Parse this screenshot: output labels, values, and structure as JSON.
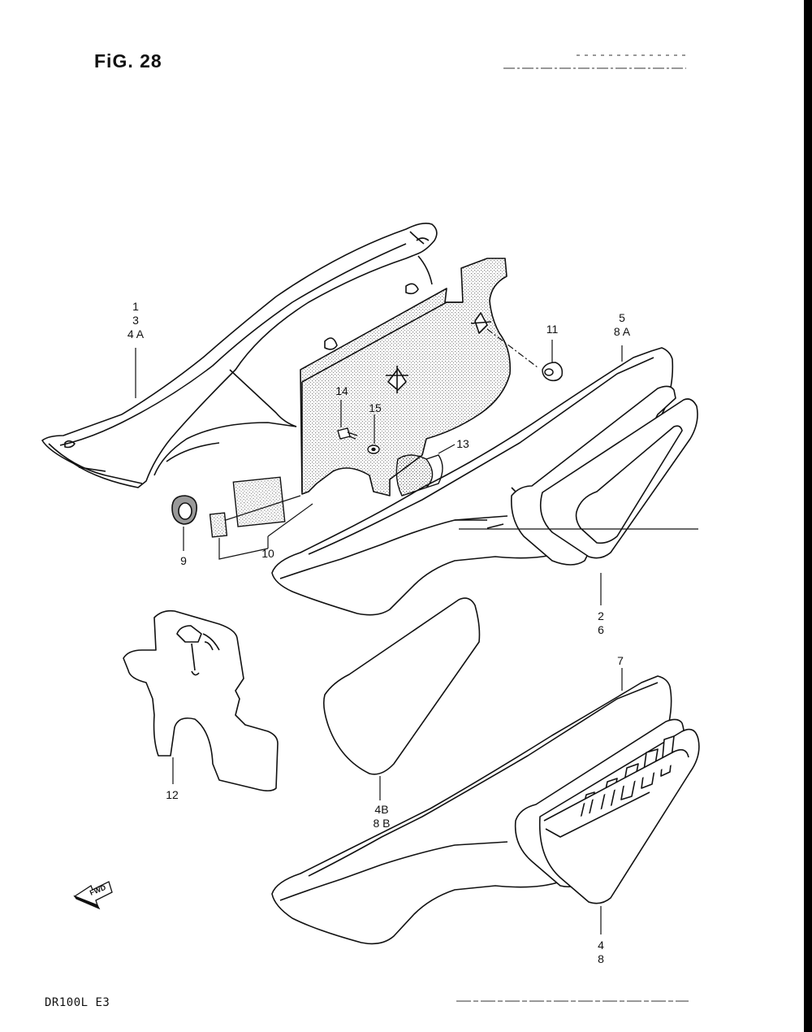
{
  "figure": {
    "title": "FiG. 28",
    "model_code": "DR100L  E3",
    "forward_indicator": "FWD"
  },
  "callouts": [
    {
      "id": "c-1-3-4a",
      "lines": [
        "1",
        "3",
        "4 A"
      ]
    },
    {
      "id": "c-5-8a",
      "lines": [
        "5",
        "8 A"
      ]
    },
    {
      "id": "c-11",
      "lines": [
        "11"
      ]
    },
    {
      "id": "c-14",
      "lines": [
        "14"
      ]
    },
    {
      "id": "c-15",
      "lines": [
        "15"
      ]
    },
    {
      "id": "c-13",
      "lines": [
        "13"
      ]
    },
    {
      "id": "c-9",
      "lines": [
        "9"
      ]
    },
    {
      "id": "c-10",
      "lines": [
        "10"
      ]
    },
    {
      "id": "c-2-6",
      "lines": [
        "2",
        "6"
      ]
    },
    {
      "id": "c-7",
      "lines": [
        "7"
      ]
    },
    {
      "id": "c-12",
      "lines": [
        "12"
      ]
    },
    {
      "id": "c-4b-8b",
      "lines": [
        "4B",
        "8 B"
      ]
    },
    {
      "id": "c-4-8",
      "lines": [
        "4",
        "8"
      ]
    }
  ],
  "colors": {
    "line": "#111111",
    "background": "#ffffff",
    "edge": "#000000"
  }
}
